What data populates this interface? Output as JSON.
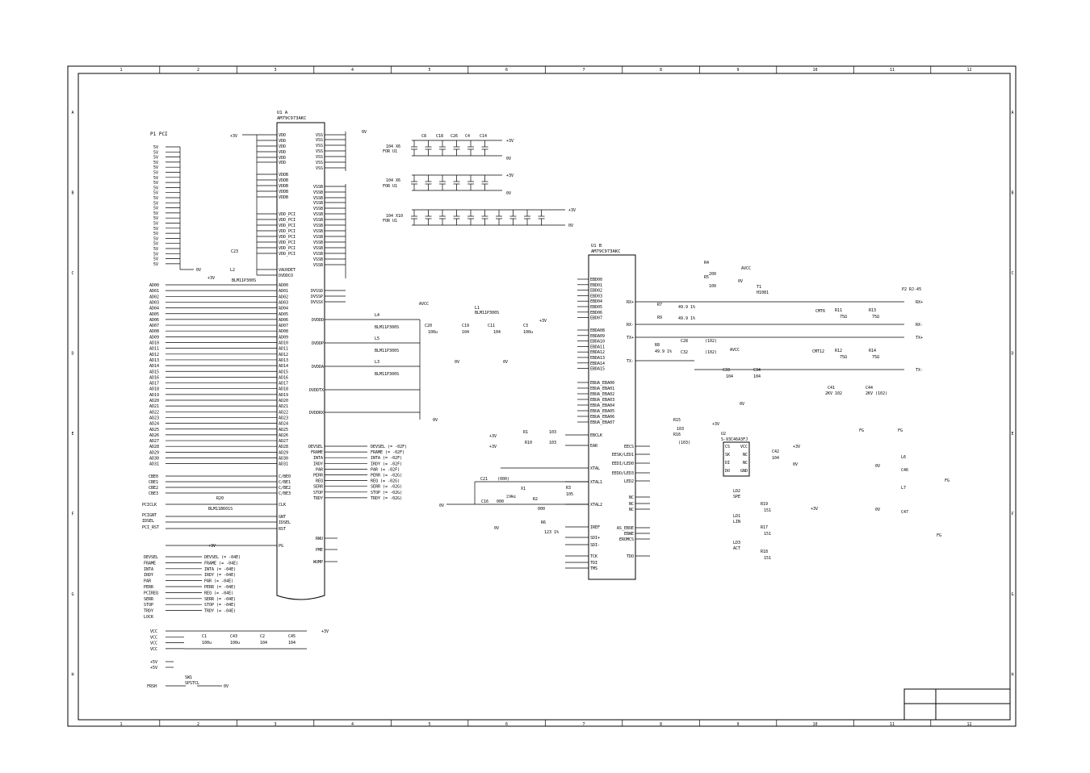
{
  "frame": {
    "col_labels": [
      "1",
      "2",
      "3",
      "4",
      "5",
      "6",
      "7",
      "8",
      "9",
      "10",
      "11",
      "12"
    ],
    "row_labels": [
      "A",
      "B",
      "C",
      "D",
      "E",
      "F",
      "G",
      "H"
    ]
  },
  "connector_p1": {
    "title": "P1  PCI",
    "power_pins": [
      "5V",
      "5V",
      "5V",
      "5V",
      "5V",
      "5V",
      "5V",
      "5V",
      "5V",
      "5V",
      "5V",
      "5V",
      "5V",
      "5V",
      "5V",
      "5V",
      "5V",
      "5V",
      "5V",
      "5V",
      "5V",
      "5V",
      "5V",
      "5V"
    ],
    "ad_pins": [
      "AD00",
      "AD01",
      "AD02",
      "AD03",
      "AD04",
      "AD05",
      "AD06",
      "AD07",
      "AD08",
      "AD09",
      "AD10",
      "AD11",
      "AD12",
      "AD13",
      "AD14",
      "AD15",
      "AD16",
      "AD17",
      "AD18",
      "AD19",
      "AD20",
      "AD21",
      "AD22",
      "AD23",
      "AD24",
      "AD25",
      "AD26",
      "AD27",
      "AD28",
      "AD29",
      "AD30",
      "AD31"
    ],
    "cbe_pins": [
      "CBE0",
      "CBE1",
      "CBE2",
      "CBE3"
    ],
    "ctrl_pins": [
      "PCICLK",
      "PCIGNT",
      "IDSEL",
      "PCI_RST"
    ],
    "ctrl2_pins": [
      "DEVSEL",
      "FRAME",
      "INTA",
      "IRDY",
      "PAR",
      "PERR",
      "PCIREQ",
      "SERR",
      "STOP",
      "TRDY",
      "LOCK"
    ],
    "ctrl2_nets": [
      "DEVSEL (= -04E)",
      "FRAME (= -04E)",
      "INTA (= -04E)",
      "IRDY (= -04E)",
      "PAR (= -04E)",
      "PERR (= -04E)",
      "REQ (= -04E)",
      "SERR (= -04E)",
      "STOP (= -04E)",
      "TRDY (= -04E)"
    ],
    "vcc_pins": [
      "VCC",
      "VCC",
      "VCC",
      "VCC"
    ],
    "p5v_pins": [
      "+5V",
      "+5V"
    ],
    "frsh": "FRSH",
    "sw_label": "SW1",
    "sw_part": "SPSTCL"
  },
  "u1a": {
    "ref": "U1  A",
    "part": "AM79C973AKC",
    "left_pins": [
      "VDD",
      "VDD",
      "VDD",
      "VDD",
      "VDD",
      "VDD",
      "VDDB",
      "VDDB",
      "VDDB",
      "VDDB",
      "VDDB",
      "VDD_PCI",
      "VDD_PCI",
      "VDD_PCI",
      "VDD_PCI",
      "VDD_PCI",
      "VDD_PCI",
      "VDD_PCI",
      "VDD_PCI",
      "VAUXDET",
      "DVDDCO"
    ],
    "right_pins": [
      "VSS",
      "VSS",
      "VSS",
      "VSS",
      "VSS",
      "VSS",
      "VSS",
      "VSSB",
      "VSSB",
      "VSSB",
      "VSSB",
      "VSSB",
      "VSSB",
      "VSSB",
      "VSSB",
      "VSSB",
      "VSSB",
      "VSSB",
      "VSSB",
      "VSSB",
      "VSSB",
      "VSSB"
    ],
    "ad_pins": [
      "AD00",
      "AD01",
      "AD02",
      "AD03",
      "AD04",
      "AD05",
      "AD06",
      "AD07",
      "AD08",
      "AD09",
      "AD10",
      "AD11",
      "AD12",
      "AD13",
      "AD14",
      "AD15",
      "AD16",
      "AD17",
      "AD18",
      "AD19",
      "AD20",
      "AD21",
      "AD22",
      "AD23",
      "AD24",
      "AD25",
      "AD26",
      "AD27",
      "AD28",
      "AD29",
      "AD30",
      "AD31"
    ],
    "cbe_pins": [
      "C/BE0",
      "C/BE1",
      "C/BE2",
      "C/BE3"
    ],
    "clk_pins": [
      "CLK",
      "GNT",
      "IDSEL",
      "RST",
      "PG"
    ],
    "right_ctrl": [
      "DEVSEL",
      "FRAME",
      "INTA",
      "IRDY",
      "PAR",
      "PERR",
      "REQ",
      "SERR",
      "STOP",
      "TRDY"
    ],
    "right_ctrl_nets": [
      "DEVSEL (= -02F)",
      "FRAME (= -02F)",
      "INTA (= -02F)",
      "IRDY (= -02F)",
      "PAR (= -02F)",
      "PERR (= -02G)",
      "REQ (= -02G)",
      "SERR (= -02G)",
      "STOP (= -02G)",
      "TRDY (= -02G)"
    ],
    "misc_pins": [
      "RWU",
      "PME",
      "WUMP"
    ],
    "dv_pins": [
      "DVSSD",
      "DVSSP",
      "DVSSX"
    ],
    "dvdd_pins": [
      "DVDDD",
      "DVDDP",
      "DVDDA",
      "DVDDTX",
      "DVDDRX"
    ]
  },
  "u1b": {
    "ref": "U1  B",
    "part": "AM79C973AKC",
    "ebd_pins": [
      "EBD00",
      "EBD01",
      "EBD02",
      "EBD03",
      "EBD04",
      "EBD05",
      "EBD06",
      "EBD07"
    ],
    "ebda_pins": [
      "EBDA08",
      "EBDA09",
      "EBDA10",
      "EBDA11",
      "EBDA12",
      "EBDA13",
      "EBDA14",
      "EBDA15"
    ],
    "ebua_pins": [
      "EBUA_EBA00",
      "EBUA_EBA01",
      "EBUA_EBA02",
      "EBUA_EBA03",
      "EBUA_EBA04",
      "EBUA_EBA05",
      "EBUA_EBA06",
      "EBUA_EBA07"
    ],
    "left_misc": [
      "EBCLK",
      "EAR",
      "XTAL",
      "XTAL1",
      "XTAL2",
      "IREF",
      "SDI+",
      "SDI-",
      "TCK",
      "TDI",
      "TMS"
    ],
    "right_pins": [
      "EECS",
      "EESK/LED1",
      "EEDI/LED0",
      "EEDO/LED3",
      "LED2",
      "NC",
      "NC",
      "NC",
      "AS_EBOE",
      "EBWE",
      "EROMCS",
      "TDO"
    ],
    "tx_pins": [
      "RX+",
      "RX-",
      "TX+",
      "TX-"
    ]
  },
  "labels": {
    "avcc": "AVCC",
    "gnd": "0V",
    "p3v": "+3V",
    "fg": "FG",
    "cap_groups": [
      "104 X6\nFOR U1",
      "104 X6\nFOR U1",
      "104 X10\nFOR U1"
    ],
    "t1": "T1",
    "t1_part": "H1081",
    "p2": "P2  RJ-45",
    "u2": "U2",
    "u2_part": "S-93C46A3FJ",
    "xtal": "X1",
    "xtal_freq": "25MHz"
  },
  "components": {
    "c8": "C8",
    "c18": "C18",
    "c26": "C26",
    "c4": "C4",
    "c14": "C14",
    "r4": "R4",
    "r4v": "200",
    "r5": "R5",
    "r5v": "100",
    "r7": "R7",
    "r7v": "49.9 1%",
    "r8": "R8",
    "r8v": "49.9 1%",
    "r9": "R9",
    "r9v": "49.9 1%",
    "r11": "R11",
    "r11v": "75Ω",
    "r13": "R13",
    "r13v": "75Ω",
    "r12": "R12",
    "r12v": "75Ω",
    "r14": "R14",
    "r14v": "75Ω",
    "r1": "R1",
    "r1v": "103",
    "r10": "R10",
    "r10v": "103",
    "r15": "R15",
    "r15v": "103",
    "r16": "R16",
    "r16v": "(103)",
    "r2": "R2",
    "r2v": "000",
    "r3": "R3",
    "r3v": "105",
    "r6": "R6",
    "r6v": "123 1%",
    "r17": "R17",
    "r17v": "151",
    "r18": "R18",
    "r18v": "151",
    "r19": "R19",
    "r19v": "151",
    "r20": "R20",
    "r20v": "BLM11B601S",
    "l1": "L1",
    "l2": "L2",
    "l3": "L3",
    "l4": "L4",
    "l5": "L5",
    "l6": "L6",
    "l7": "L7",
    "l_part": "BLM11P300S",
    "c1": "C1",
    "c1v": "100u",
    "c43": "C43",
    "c43v": "100u",
    "c2": "C2",
    "c2v": "104",
    "c45": "C45",
    "c45v": "104",
    "c20": "C20",
    "c20v": "100u",
    "c19": "C19",
    "c19v": "104",
    "c11": "C11",
    "c11v": "104",
    "c3": "C3",
    "c3v": "100u",
    "c21": "C21",
    "c21v": "(000)",
    "c16": "C16",
    "c16v": "000",
    "c28": "C28",
    "c28v": "(102)",
    "c32": "C32",
    "c32v": "(102)",
    "c33": "C33",
    "c33v": "104",
    "c34": "C34",
    "c34v": "104",
    "c41": "C41",
    "c41v": "2KV 102",
    "c44": "C44",
    "c44v": "2KV (102)",
    "c42": "C42",
    "c42v": "104",
    "c46": "C46",
    "c47": "C47",
    "ld2": "LD2",
    "ld2n": "SPE",
    "ld1": "LD1",
    "ld1n": "LIN",
    "ld3": "LD3",
    "ld3n": "ACT",
    "cmt6": "CMT6",
    "cmt12": "CMT12"
  }
}
